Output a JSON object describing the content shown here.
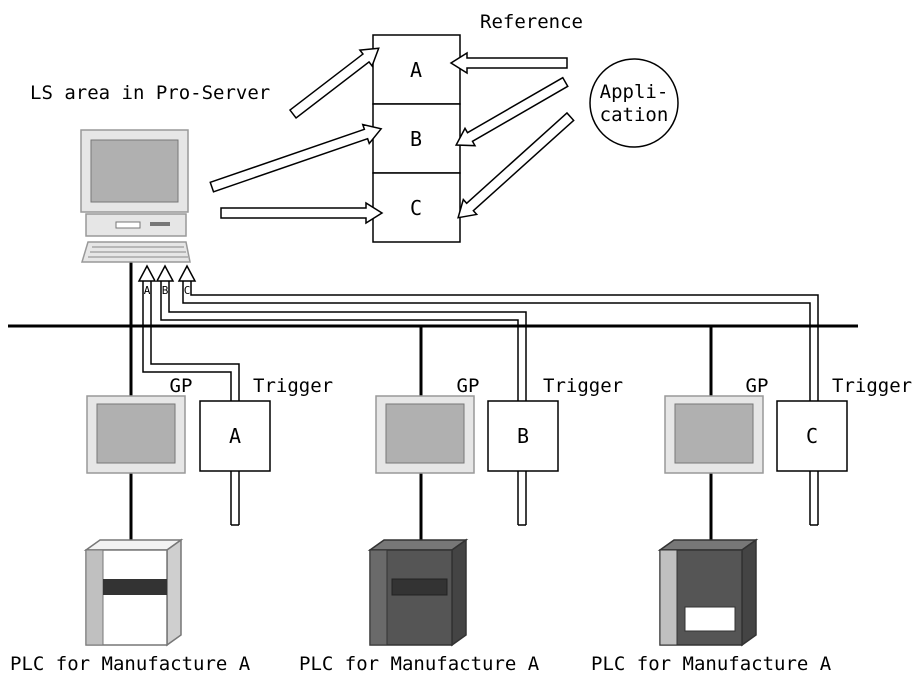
{
  "server": {
    "label": "LS area in Pro-Server"
  },
  "ls_blocks": [
    "A",
    "B",
    "C"
  ],
  "reference_label": "Reference",
  "application": {
    "line1": "Appli-",
    "line2": "cation"
  },
  "trigger_paths": [
    "A",
    "B",
    "C"
  ],
  "nodes": [
    {
      "gp_label": "GP",
      "trigger_label": "Trigger",
      "trigger_box": "A",
      "plc_label": "PLC for Manufacture A",
      "plc_style": "light"
    },
    {
      "gp_label": "GP",
      "trigger_label": "Trigger",
      "trigger_box": "B",
      "plc_label": "PLC for Manufacture A",
      "plc_style": "dark"
    },
    {
      "gp_label": "GP",
      "trigger_label": "Trigger",
      "trigger_box": "C",
      "plc_label": "PLC for Manufacture A",
      "plc_style": "dark-white-panel"
    }
  ],
  "colors": {
    "line": "#000000",
    "screen": "#b0b0b0",
    "device_body": "#e6e6e6",
    "plc_dark": "#555555",
    "plc_panel": "#333333"
  }
}
